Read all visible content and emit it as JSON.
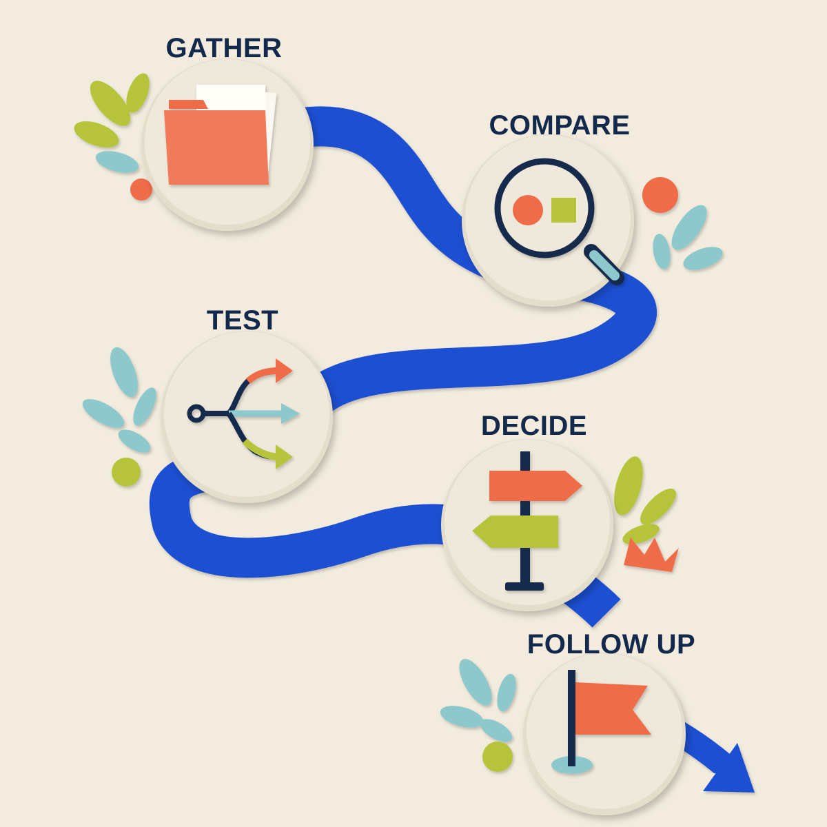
{
  "steps": [
    {
      "label": "GATHER",
      "icon": "folder-icon"
    },
    {
      "label": "COMPARE",
      "icon": "magnifier-icon"
    },
    {
      "label": "TEST",
      "icon": "branching-arrows-icon"
    },
    {
      "label": "DECIDE",
      "icon": "signpost-icon"
    },
    {
      "label": "FOLLOW UP",
      "icon": "flag-icon"
    }
  ],
  "colors": {
    "background": "#f3ecde",
    "path": "#1f4fd1",
    "navy": "#13294b",
    "orange": "#ef6c4a",
    "lime": "#b7c43a",
    "teal": "#8cc8cc",
    "disc": "#efe9db"
  }
}
